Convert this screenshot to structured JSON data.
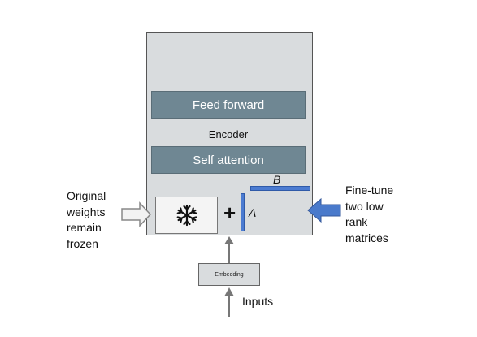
{
  "encoder": {
    "feed_forward_label": "Feed forward",
    "encoder_label": "Encoder",
    "self_attention_label": "Self attention"
  },
  "lora": {
    "matrix_a_label": "A",
    "matrix_b_label": "B",
    "plus_symbol": "+",
    "frozen_icon": "snowflake-icon"
  },
  "embedding_label": "Embedding",
  "inputs_label": "Inputs",
  "captions": {
    "frozen": [
      "Original",
      "weights",
      "remain",
      "frozen"
    ],
    "finetune": [
      "Fine-tune",
      "two low",
      "rank",
      "matrices"
    ]
  },
  "colors": {
    "encoder_bg": "#d9dcde",
    "layer_bar": "#6f8793",
    "lora_matrix": "#4b7bd1",
    "finetune_arrow": "#4a7acb"
  }
}
